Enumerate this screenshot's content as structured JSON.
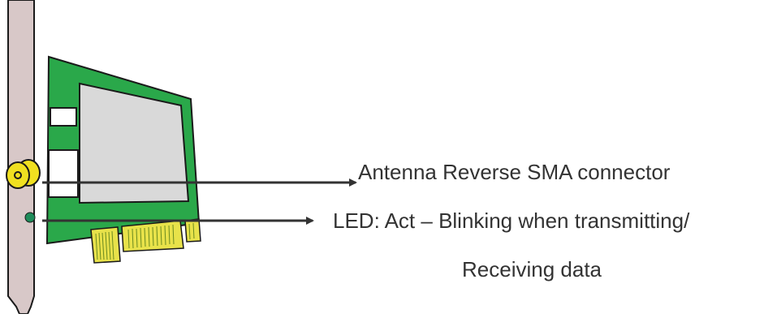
{
  "callouts": [
    {
      "id": "antenna",
      "text": "Antenna Reverse SMA connector"
    },
    {
      "id": "led",
      "line1": "LED: Act – Blinking when transmitting/",
      "line2": "Receiving data"
    }
  ],
  "colors": {
    "bracket": "#d8c8c8",
    "pcb": "#2aa84a",
    "pcb_label": "#d9d9d9",
    "connector": "#f0e020",
    "led": "#1e8c5a",
    "gold_fingers": "#e8e24a",
    "arrow": "#333333"
  }
}
